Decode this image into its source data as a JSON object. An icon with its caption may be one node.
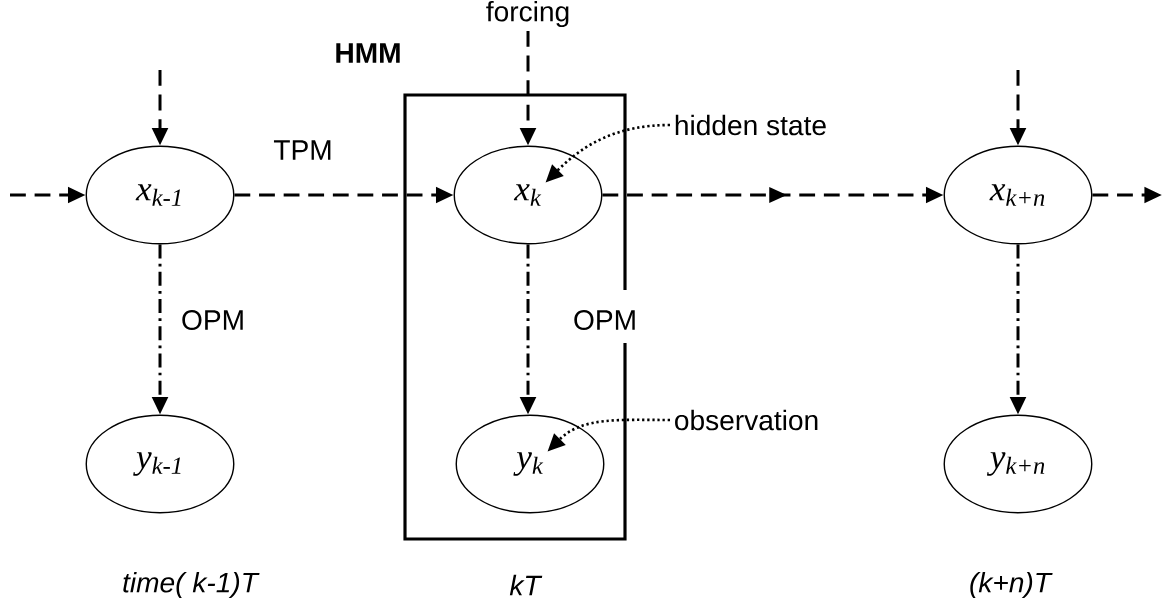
{
  "diagram": {
    "nodes": [
      {
        "text": [
          "HMM"
        ]
      },
      {
        "text": [
          "x$_{k-1}$"
        ]
      },
      {
        "text": [
          "x$_{k}$"
        ],
        "in": 0
      },
      {
        "text": [
          "y$_{k}$"
        ],
        "in": 0
      },
      {
        "text": [
          "y$_{k-1}$"
        ]
      },
      {
        "text": [
          "x$_{k+n}$"
        ]
      },
      {
        "text": [
          "y$_{k+n}$"
        ]
      },
      {
        "text": [
          "forcing"
        ]
      },
      {
        "text": [
          "hidden state"
        ]
      },
      {
        "text": [
          "observation"
        ]
      }
    ],
    "edges": [
      {
        "from": null,
        "to": 1,
        "arrow": "to",
        "style": "dashed"
      },
      {
        "from": 1,
        "to": 2,
        "arrow": "to",
        "style": "dashed",
        "label": "TPM"
      },
      {
        "from": 2,
        "to": 5,
        "arrow": "to",
        "style": "dashed"
      },
      {
        "from": 5,
        "to": null,
        "arrow": "to",
        "style": "dashed"
      },
      {
        "from": null,
        "to": 1,
        "arrow": "to",
        "style": "dashed"
      },
      {
        "from": 7,
        "to": 2,
        "arrow": "to",
        "style": "dashed"
      },
      {
        "from": null,
        "to": 5,
        "arrow": "to",
        "style": "dashed"
      },
      {
        "from": 1,
        "to": 4,
        "arrow": "to",
        "label": "OPM"
      },
      {
        "from": 2,
        "to": 3,
        "arrow": "to",
        "label": "OPM"
      },
      {
        "from": 5,
        "to": 6,
        "arrow": "to"
      },
      {
        "from": 8,
        "to": 2,
        "arrow": "to"
      },
      {
        "from": 9,
        "to": 3,
        "arrow": "to"
      }
    ],
    "labels": [
      "time( k-1)T",
      "kT",
      "(k+n)T"
    ]
  }
}
